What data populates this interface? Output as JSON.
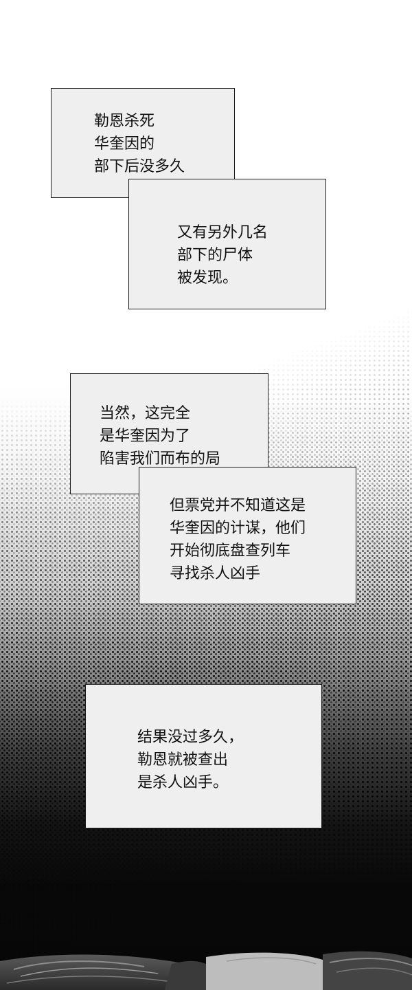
{
  "panel": {
    "captions": [
      {
        "lines": [
          "勒恩杀死",
          "华奎因的",
          "部下后没多久"
        ]
      },
      {
        "lines": [
          "又有另外几名",
          "部下的尸体",
          "被发现。"
        ]
      },
      {
        "lines": [
          "当然，这完全",
          "是华奎因为了",
          "陷害我们而布的局"
        ]
      },
      {
        "lines": [
          "但票党并不知道这是",
          "华奎因的计谋，他们",
          "开始彻底盘查列车",
          "寻找杀人凶手"
        ]
      },
      {
        "lines": [
          "结果没过多久，",
          "勒恩就被查出",
          "是杀人凶手。"
        ]
      }
    ]
  },
  "colors": {
    "caption_bg": "#efefef",
    "caption_border": "#1a1a1a",
    "text": "#111111",
    "dark_bg": "#070707"
  }
}
